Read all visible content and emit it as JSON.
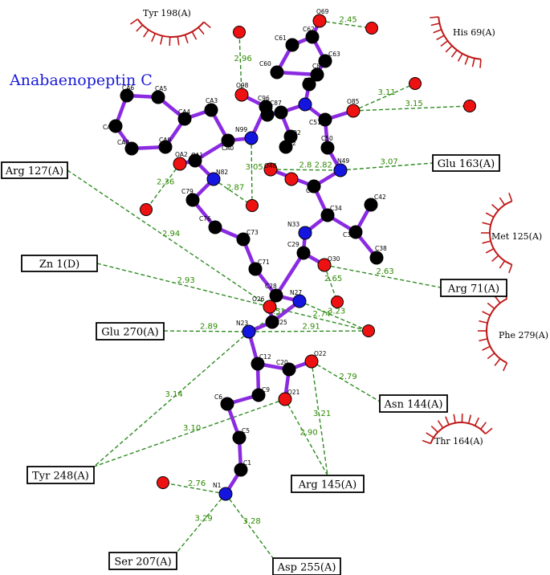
{
  "title": "Anabaenopeptin C",
  "colors": {
    "bond": "#8a2be2",
    "hbond": "#2e8b22",
    "carbon": "#000000",
    "nitrogen": "#1515e0",
    "oxygen": "#ee1111",
    "hydrophobic": "#c01818",
    "title": "#1a1ad8"
  },
  "atoms": [
    {
      "id": "C1",
      "label": "C1",
      "el": "C"
    },
    {
      "id": "C5",
      "label": "C5",
      "el": "C"
    },
    {
      "id": "C6",
      "label": "C6",
      "el": "C"
    },
    {
      "id": "C9",
      "label": "C9",
      "el": "C"
    },
    {
      "id": "C12",
      "label": "C12",
      "el": "C"
    },
    {
      "id": "C20",
      "label": "C20",
      "el": "C"
    },
    {
      "id": "C25",
      "label": "C25",
      "el": "C"
    },
    {
      "id": "C28",
      "label": "C28",
      "el": "C"
    },
    {
      "id": "C29",
      "label": "C29",
      "el": "C"
    },
    {
      "id": "C34",
      "label": "C34",
      "el": "C"
    },
    {
      "id": "C35",
      "label": "C35",
      "el": "C"
    },
    {
      "id": "C36",
      "label": "C36",
      "el": "C"
    },
    {
      "id": "C38",
      "label": "C38",
      "el": "C"
    },
    {
      "id": "C42",
      "label": "C42",
      "el": "C"
    },
    {
      "id": "C50",
      "label": "C50",
      "el": "C"
    },
    {
      "id": "C51",
      "label": "C51",
      "el": "C"
    },
    {
      "id": "C52",
      "label": "C52",
      "el": "C"
    },
    {
      "id": "C54",
      "label": "C54",
      "el": "C"
    },
    {
      "id": "C60",
      "label": "C60",
      "el": "C"
    },
    {
      "id": "C61",
      "label": "C61",
      "el": "C"
    },
    {
      "id": "C62",
      "label": "C62",
      "el": "C"
    },
    {
      "id": "C63",
      "label": "C63",
      "el": "C"
    },
    {
      "id": "C64",
      "label": "C6",
      "el": "C"
    },
    {
      "id": "C65",
      "label": "C8",
      "el": "C"
    },
    {
      "id": "C71",
      "label": "C71",
      "el": "C"
    },
    {
      "id": "C73",
      "label": "C73",
      "el": "C"
    },
    {
      "id": "C76",
      "label": "C76",
      "el": "C"
    },
    {
      "id": "C79",
      "label": "C79",
      "el": "C"
    },
    {
      "id": "C87",
      "label": "C87",
      "el": "C"
    },
    {
      "id": "C92",
      "label": "C92",
      "el": "C"
    },
    {
      "id": "C96",
      "label": "C96",
      "el": "C"
    },
    {
      "id": "CA0",
      "label": "CA0",
      "el": "C"
    },
    {
      "id": "CA1",
      "label": "CA1",
      "el": "C"
    },
    {
      "id": "CA3",
      "label": "CA3",
      "el": "C"
    },
    {
      "id": "CA4",
      "label": "CA4",
      "el": "C"
    },
    {
      "id": "CA5",
      "label": "CA5",
      "el": "C"
    },
    {
      "id": "CA6",
      "label": "CA6",
      "el": "C"
    },
    {
      "id": "CA7",
      "label": "CA7",
      "el": "C"
    },
    {
      "id": "CA8",
      "label": "CA8",
      "el": "C"
    },
    {
      "id": "CA9",
      "label": "CA9",
      "el": "C"
    },
    {
      "id": "N1",
      "label": "N1",
      "el": "N"
    },
    {
      "id": "N23",
      "label": "N23",
      "el": "N"
    },
    {
      "id": "N27",
      "label": "N27",
      "el": "N"
    },
    {
      "id": "N33",
      "label": "N33",
      "el": "N"
    },
    {
      "id": "N49",
      "label": "N49",
      "el": "N"
    },
    {
      "id": "N82",
      "label": "N82",
      "el": "N"
    },
    {
      "id": "N99",
      "label": "N99",
      "el": "N"
    },
    {
      "id": "N85",
      "label": "",
      "el": "N"
    },
    {
      "id": "O21",
      "label": "O21",
      "el": "O"
    },
    {
      "id": "O22",
      "label": "O22",
      "el": "O"
    },
    {
      "id": "O26",
      "label": "O26",
      "el": "O"
    },
    {
      "id": "O30",
      "label": "O30",
      "el": "O"
    },
    {
      "id": "O48",
      "label": "O48",
      "el": "O"
    },
    {
      "id": "O69",
      "label": "O69",
      "el": "O"
    },
    {
      "id": "O85",
      "label": "O85",
      "el": "O"
    },
    {
      "id": "O98",
      "label": "O98",
      "el": "O"
    },
    {
      "id": "OA2",
      "label": "OA2",
      "el": "O"
    },
    {
      "id": "O62",
      "label": "",
      "el": "O"
    }
  ],
  "waters": [
    "w-tyr198",
    "w-o69",
    "w-his69",
    "w-o85",
    "w-oa2",
    "w-n99",
    "w-o48",
    "w-n27",
    "w-n1"
  ],
  "bonds": [
    [
      "C1",
      "N1"
    ],
    [
      "C1",
      "C5"
    ],
    [
      "C5",
      "C6"
    ],
    [
      "C6",
      "C9"
    ],
    [
      "C9",
      "C12"
    ],
    [
      "C12",
      "N23"
    ],
    [
      "C12",
      "C20"
    ],
    [
      "C20",
      "O21"
    ],
    [
      "C20",
      "O22"
    ],
    [
      "N23",
      "C25"
    ],
    [
      "C25",
      "N27"
    ],
    [
      "C25",
      "O26"
    ],
    [
      "N27",
      "C28"
    ],
    [
      "C28",
      "C71"
    ],
    [
      "C28",
      "C29"
    ],
    [
      "C29",
      "O30"
    ],
    [
      "C29",
      "N33"
    ],
    [
      "N33",
      "C34"
    ],
    [
      "C34",
      "C36"
    ],
    [
      "C36",
      "C38"
    ],
    [
      "C36",
      "C42"
    ],
    [
      "C34",
      "C35"
    ],
    [
      "C35",
      "O48"
    ],
    [
      "C35",
      "N49"
    ],
    [
      "N49",
      "C50"
    ],
    [
      "C50",
      "C51"
    ],
    [
      "C51",
      "O85"
    ],
    [
      "C51",
      "N85"
    ],
    [
      "N85",
      "C87"
    ],
    [
      "C87",
      "C92"
    ],
    [
      "C92",
      "C52"
    ],
    [
      "N85",
      "C64"
    ],
    [
      "C64",
      "C63"
    ],
    [
      "C63",
      "C62"
    ],
    [
      "C62",
      "O69"
    ],
    [
      "C62",
      "C61"
    ],
    [
      "C61",
      "C60"
    ],
    [
      "C60",
      "C65"
    ],
    [
      "C65",
      "C64"
    ],
    [
      "C87",
      "C54"
    ],
    [
      "C54",
      "C96"
    ],
    [
      "C96",
      "O98"
    ],
    [
      "C96",
      "N99"
    ],
    [
      "N99",
      "CA0"
    ],
    [
      "CA0",
      "CA3"
    ],
    [
      "CA3",
      "CA4"
    ],
    [
      "CA4",
      "CA5"
    ],
    [
      "CA5",
      "CA6"
    ],
    [
      "CA6",
      "CA7"
    ],
    [
      "CA7",
      "CA8"
    ],
    [
      "CA8",
      "CA9"
    ],
    [
      "CA9",
      "CA4"
    ],
    [
      "CA0",
      "CA1"
    ],
    [
      "CA1",
      "OA2"
    ],
    [
      "CA1",
      "N82"
    ],
    [
      "N82",
      "C79"
    ],
    [
      "C79",
      "C76"
    ],
    [
      "C76",
      "C73"
    ],
    [
      "C73",
      "C71"
    ]
  ],
  "residues": [
    {
      "id": "arg127",
      "label": "Arg 127(A)"
    },
    {
      "id": "zn1",
      "label": "Zn  1(D)"
    },
    {
      "id": "glu270",
      "label": "Glu 270(A)"
    },
    {
      "id": "tyr248",
      "label": "Tyr 248(A)"
    },
    {
      "id": "ser207",
      "label": "Ser 207(A)"
    },
    {
      "id": "asp255",
      "label": "Asp 255(A)"
    },
    {
      "id": "arg145",
      "label": "Arg 145(A)"
    },
    {
      "id": "asn144",
      "label": "Asn 144(A)"
    },
    {
      "id": "arg71",
      "label": "Arg 71(A)"
    },
    {
      "id": "glu163",
      "label": "Glu 163(A)"
    }
  ],
  "hydrophobic": [
    {
      "id": "tyr198",
      "label": "Tyr 198(A)"
    },
    {
      "id": "his69",
      "label": "His 69(A)"
    },
    {
      "id": "met125",
      "label": "Met 125(A)"
    },
    {
      "id": "phe279",
      "label": "Phe 279(A)"
    },
    {
      "id": "thr164",
      "label": "Thr 164(A)"
    }
  ],
  "hbonds": [
    {
      "from": "O69",
      "to": "w-o69",
      "d": "2.45"
    },
    {
      "from": "O98",
      "to": "w-tyr198",
      "d": "2.96"
    },
    {
      "from": "O85",
      "to": "w-his69",
      "d": "3.11"
    },
    {
      "from": "O85",
      "to": "w-o85",
      "d": "3.15"
    },
    {
      "from": "OA2",
      "to": "w-oa2",
      "d": "2.36"
    },
    {
      "from": "N82",
      "to": "w-n99",
      "d": "2.87"
    },
    {
      "from": "N99",
      "to": "w-n99",
      "d": "3.05"
    },
    {
      "from": "O48",
      "to": "N49",
      "d": "2.8 2.82"
    },
    {
      "from": "N49",
      "to": "glu163",
      "d": "3.07"
    },
    {
      "from": "arg127",
      "to": "O26",
      "d": "2.94"
    },
    {
      "from": "zn1",
      "to": "O26",
      "d": "2.93"
    },
    {
      "from": "O30",
      "to": "arg71",
      "d": "2.63"
    },
    {
      "from": "O30",
      "to": "w-o48",
      "d": "2.65"
    },
    {
      "from": "N27",
      "to": "w-n27",
      "d": "3.23"
    },
    {
      "from": "N23",
      "to": "N27",
      "d": "2.51"
    },
    {
      "from": "O26",
      "to": "w-n27",
      "d": "2.74"
    },
    {
      "from": "N23",
      "to": "w-n27",
      "d": "2.91"
    },
    {
      "from": "glu270",
      "to": "N23",
      "d": "2.89"
    },
    {
      "from": "O22",
      "to": "asn144",
      "d": "2.79"
    },
    {
      "from": "O22",
      "to": "arg145",
      "d": "3.21"
    },
    {
      "from": "O21",
      "to": "arg145",
      "d": "2.90"
    },
    {
      "from": "N23",
      "to": "tyr248",
      "d": "3.14"
    },
    {
      "from": "O21",
      "to": "tyr248",
      "d": "3.10"
    },
    {
      "from": "N1",
      "to": "w-n1",
      "d": "2.76"
    },
    {
      "from": "N1",
      "to": "ser207",
      "d": "3.29"
    },
    {
      "from": "N1",
      "to": "asp255",
      "d": "3.28"
    }
  ]
}
